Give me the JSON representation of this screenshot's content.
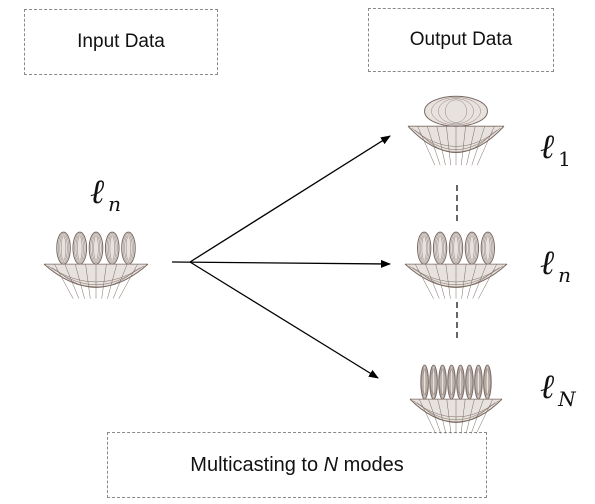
{
  "input_box": {
    "label": "Input Data"
  },
  "output_box": {
    "label": "Output Data"
  },
  "multicast_box": {
    "prefix": "Multicasting to ",
    "n": "N",
    "suffix": " modes"
  },
  "mode_labels": {
    "input": {
      "symbol": "ℓ",
      "sub": "n"
    },
    "out1": {
      "symbol": "ℓ",
      "sub": "1"
    },
    "outn": {
      "symbol": "ℓ",
      "sub": "n"
    },
    "outN": {
      "symbol": "ℓ",
      "sub": "N"
    }
  },
  "colors": {
    "mesh": "#7a6a62",
    "line": "#000000",
    "dash": "#8a8a8a"
  }
}
